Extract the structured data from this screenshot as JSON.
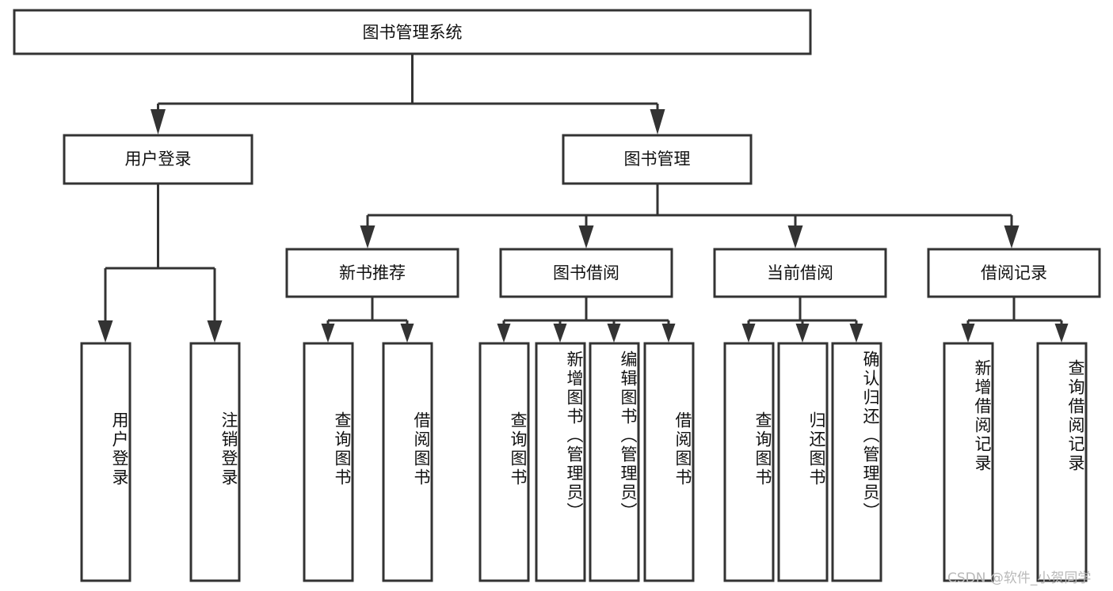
{
  "diagram": {
    "type": "tree",
    "title": "图书管理系统",
    "orientation": "top-down",
    "colors": {
      "box_stroke": "#333333",
      "box_fill": "#ffffff",
      "connector": "#333333",
      "text": "#111111",
      "watermark": "#b9b9b9",
      "background": "#ffffff"
    },
    "root": {
      "label": "图书管理系统"
    },
    "level2": [
      {
        "label": "用户登录"
      },
      {
        "label": "图书管理"
      }
    ],
    "level3": [
      {
        "label": "新书推荐"
      },
      {
        "label": "图书借阅"
      },
      {
        "label": "当前借阅"
      },
      {
        "label": "借阅记录"
      }
    ],
    "leaves": {
      "user_login": [
        {
          "label": "用户登录"
        },
        {
          "label": "注销登录"
        }
      ],
      "new_book_recommend": [
        {
          "label": "查询图书"
        },
        {
          "label": "借阅图书"
        }
      ],
      "book_borrow": [
        {
          "label": "查询图书"
        },
        {
          "label": "新增图书（管理员）"
        },
        {
          "label": "编辑图书（管理员）"
        },
        {
          "label": "借阅图书"
        }
      ],
      "current_borrow": [
        {
          "label": "查询图书"
        },
        {
          "label": "归还图书"
        },
        {
          "label": "确认归还（管理员）"
        }
      ],
      "borrow_record": [
        {
          "label": "新增借阅记录"
        },
        {
          "label": "查询借阅记录"
        }
      ]
    }
  },
  "watermark": {
    "text": "CSDN @软件_小贺同学"
  }
}
